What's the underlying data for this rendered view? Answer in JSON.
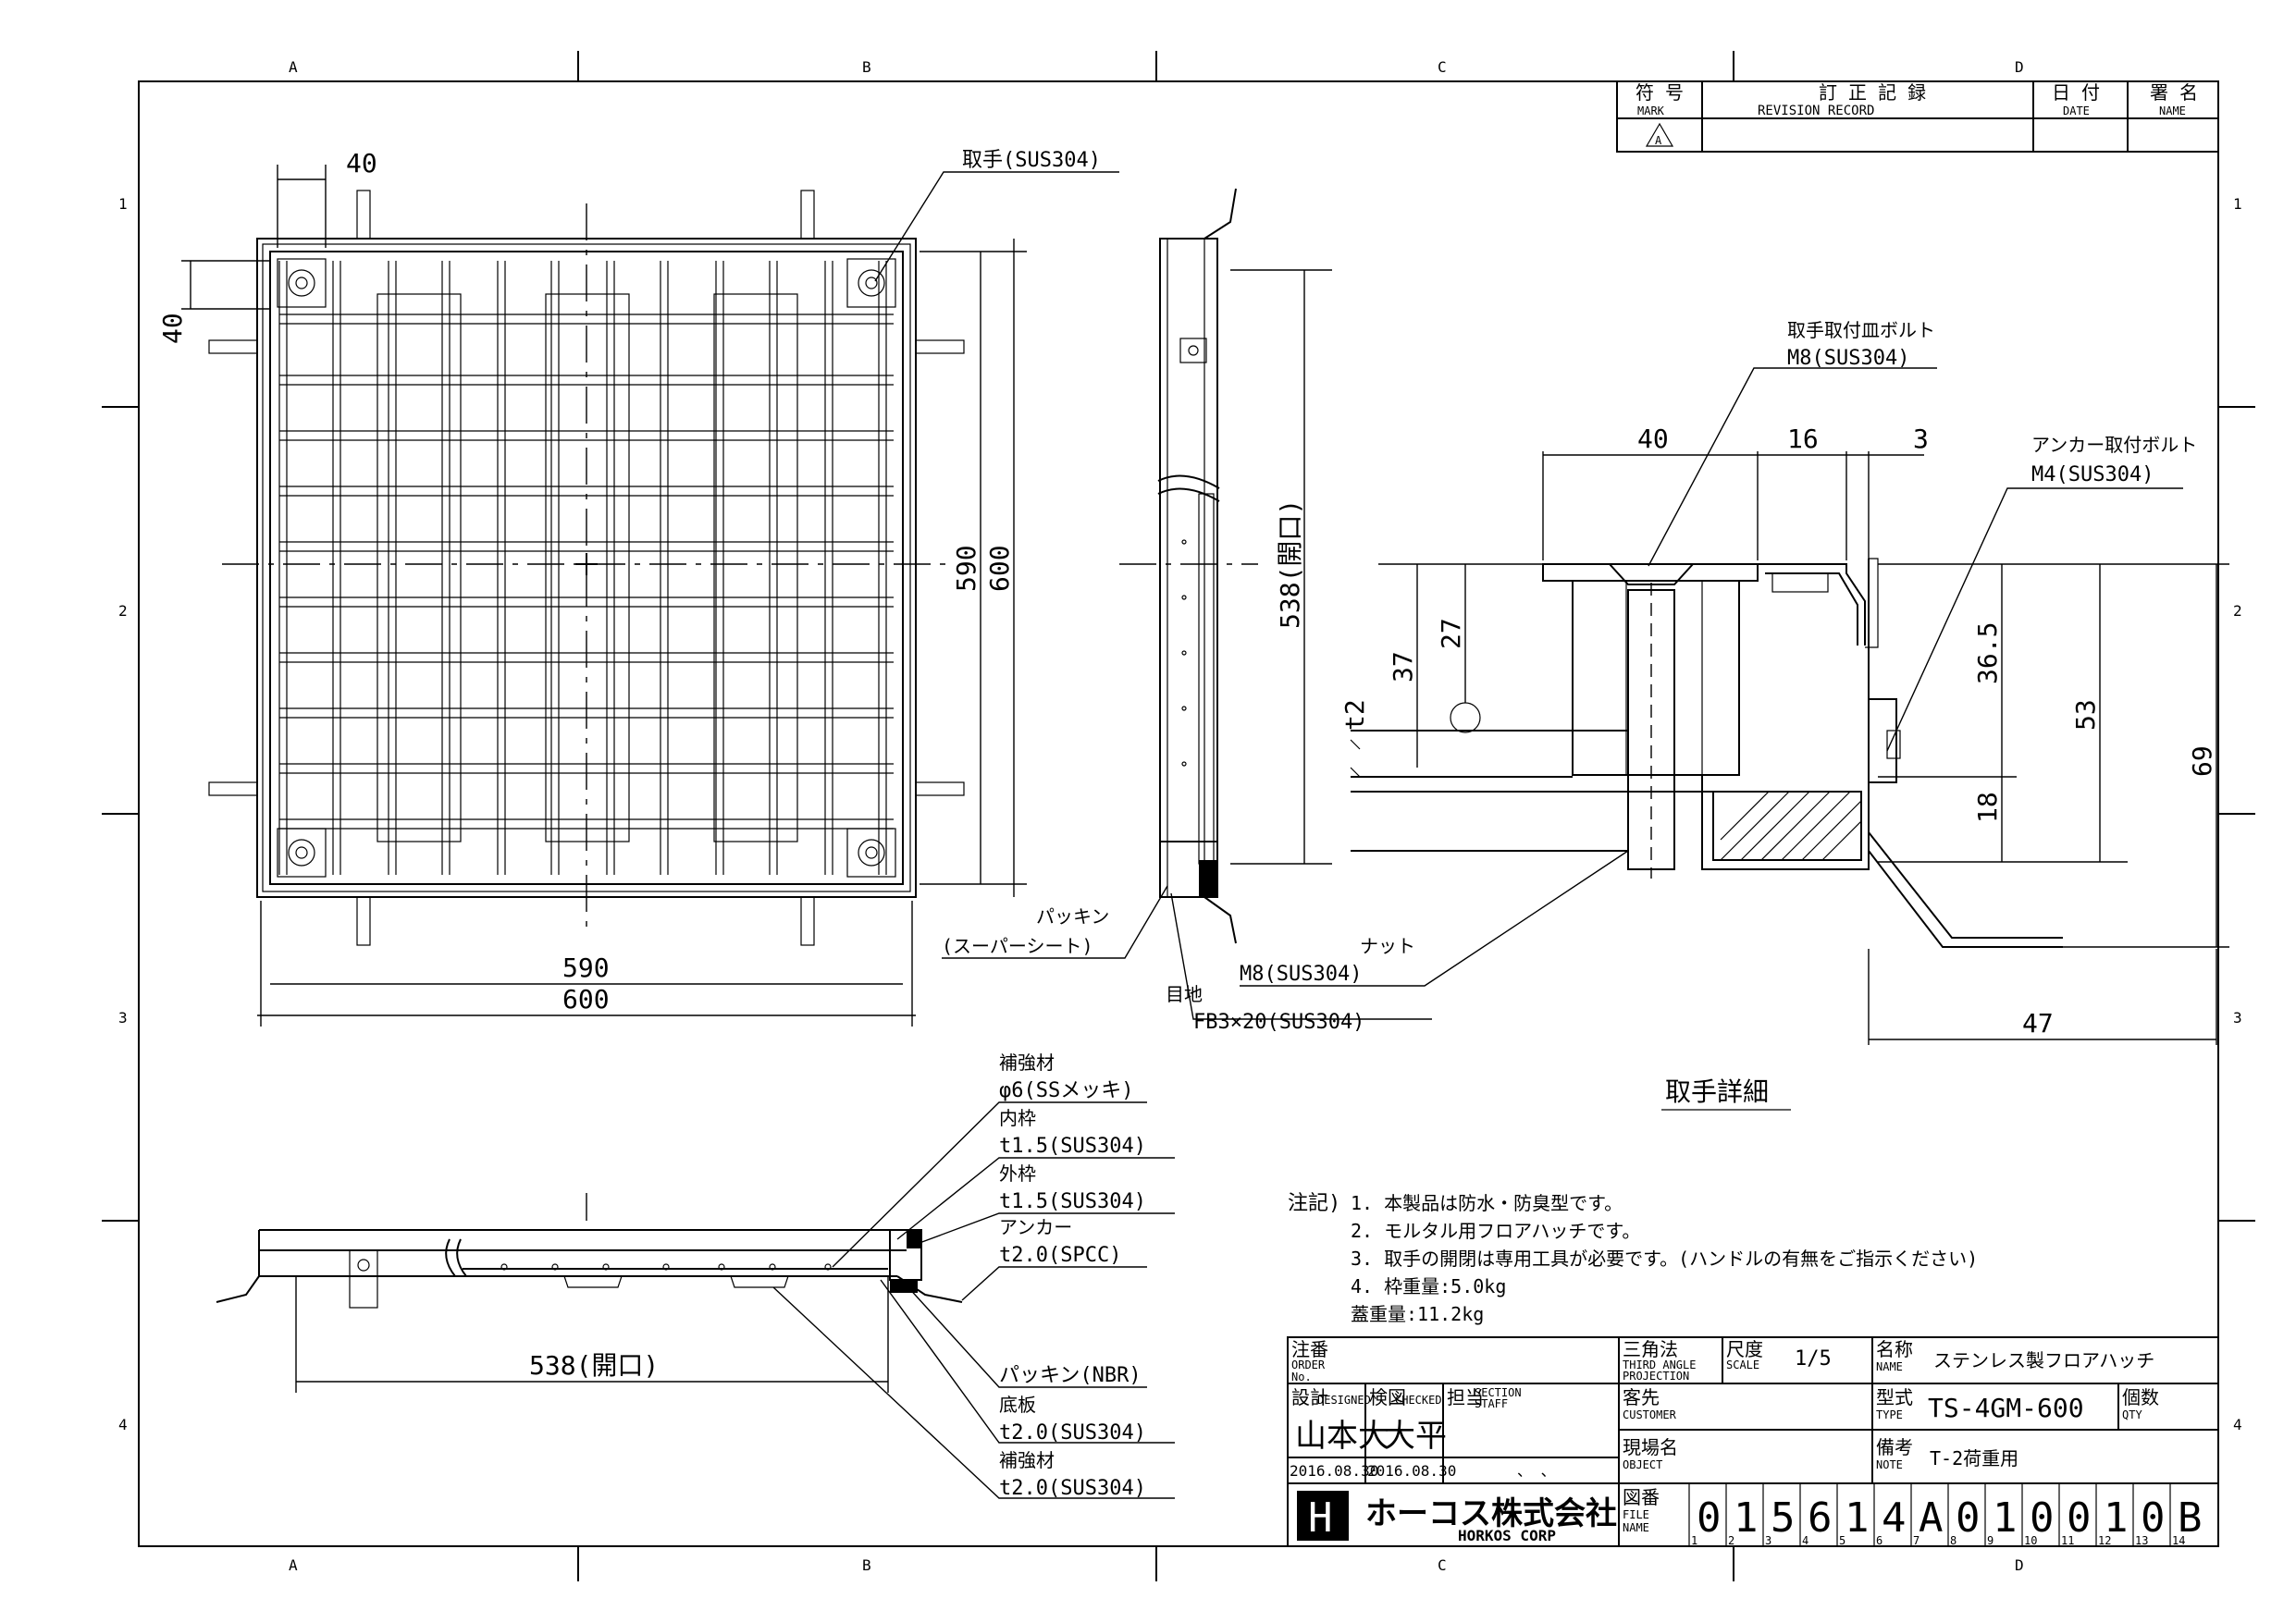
{
  "grid": {
    "columns": [
      "A",
      "B",
      "C",
      "D"
    ],
    "rows": [
      "1",
      "2",
      "3",
      "4"
    ]
  },
  "revision": {
    "mark_jp": "符 号",
    "mark_en": "MARK",
    "record_jp": "訂 正 記 録",
    "record_en": "REVISION RECORD",
    "date_jp": "日 付",
    "date_en": "DATE",
    "name_jp": "署 名",
    "name_en": "NAME",
    "first_mark": "A"
  },
  "plan_view": {
    "dim_40_top": "40",
    "dim_40_left": "40",
    "dim_590_h": "590",
    "dim_600_h": "600",
    "dim_590_v": "590",
    "dim_600_v": "600",
    "handle_label": "取手(SUS304)"
  },
  "side_view": {
    "opening": "538(開口)",
    "packing_label": "パッキン",
    "packing_sub": "(スーパーシート)",
    "joint_label": "目地",
    "joint_spec": "FB3×20(SUS304)"
  },
  "detail": {
    "title": "取手詳細",
    "bolt_label": "取手取付皿ボルト",
    "bolt_spec": "M8(SUS304)",
    "anchor_bolt_label": "アンカー取付ボルト",
    "anchor_bolt_spec": "M4(SUS304)",
    "nut_label": "ナット",
    "nut_spec": "M8(SUS304)",
    "dim_40": "40",
    "dim_16": "16",
    "dim_3": "3",
    "dim_37": "37",
    "dim_27": "27",
    "dim_t2": "t2",
    "dim_36_5": "36.5",
    "dim_18": "18",
    "dim_53": "53",
    "dim_69": "69",
    "dim_47": "47"
  },
  "section": {
    "opening": "538(開口)",
    "labels": [
      {
        "name": "補強材",
        "spec": "φ6(SSメッキ)"
      },
      {
        "name": "内枠",
        "spec": "t1.5(SUS304)"
      },
      {
        "name": "外枠",
        "spec": "t1.5(SUS304)"
      },
      {
        "name": "アンカー",
        "spec": "t2.0(SPCC)"
      }
    ],
    "lower_labels": [
      {
        "name": "",
        "spec": "パッキン(NBR)"
      },
      {
        "name": "底板",
        "spec": "t2.0(SUS304)"
      },
      {
        "name": "補強材",
        "spec": "t2.0(SUS304)"
      }
    ]
  },
  "notes": {
    "prefix": "注記)",
    "items": [
      "1. 本製品は防水・防臭型です。",
      "2. モルタル用フロアハッチです。",
      "3. 取手の開閉は専用工具が必要です。(ハンドルの有無をご指示ください)",
      "4. 枠重量:5.0kg",
      "   蓋重量:11.2kg"
    ]
  },
  "title_block": {
    "order_jp": "注番",
    "order_en": "ORDER",
    "order_no": "No.",
    "designed_jp": "設計",
    "designed_en": "DESIGNED",
    "checked_jp": "検図",
    "checked_en": "CHECKED",
    "staff_jp": "担当",
    "staff_en1": "SECTION",
    "staff_en2": "STAFF",
    "designer": "山本大",
    "checker": "大平",
    "designed_date": "2016.08.30",
    "checked_date": "2016.08.30",
    "staff_mark": "、 、",
    "projection_jp": "三角法",
    "projection_en1": "THIRD ANGLE",
    "projection_en2": "PROJECTION",
    "scale_jp": "尺度",
    "scale_en": "SCALE",
    "scale": "1/5",
    "name_jp": "名称",
    "name_en": "NAME",
    "product_name": "ステンレス製フロアハッチ",
    "customer_jp": "客先",
    "customer_en": "CUSTOMER",
    "type_jp": "型式",
    "type_en": "TYPE",
    "type": "TS-4GM-600",
    "qty_jp": "個数",
    "qty_en": "QTY",
    "object_jp": "現場名",
    "object_en": "OBJECT",
    "note_jp": "備考",
    "note_en": "NOTE",
    "note": "T-2荷重用",
    "file_jp": "図番",
    "file_en1": "FILE",
    "file_en2": "NAME",
    "file_chars": [
      "0",
      "1",
      "5",
      "6",
      "1",
      "4",
      "A",
      "0",
      "1",
      "0",
      "0",
      "1",
      "0",
      "B"
    ],
    "file_idx": [
      "1",
      "2",
      "3",
      "4",
      "5",
      "6",
      "7",
      "8",
      "9",
      "10",
      "11",
      "12",
      "13",
      "14"
    ],
    "company_jp": "ホーコス株式会社",
    "company_en": "HORKOS CORP",
    "logo_letter": "H"
  }
}
